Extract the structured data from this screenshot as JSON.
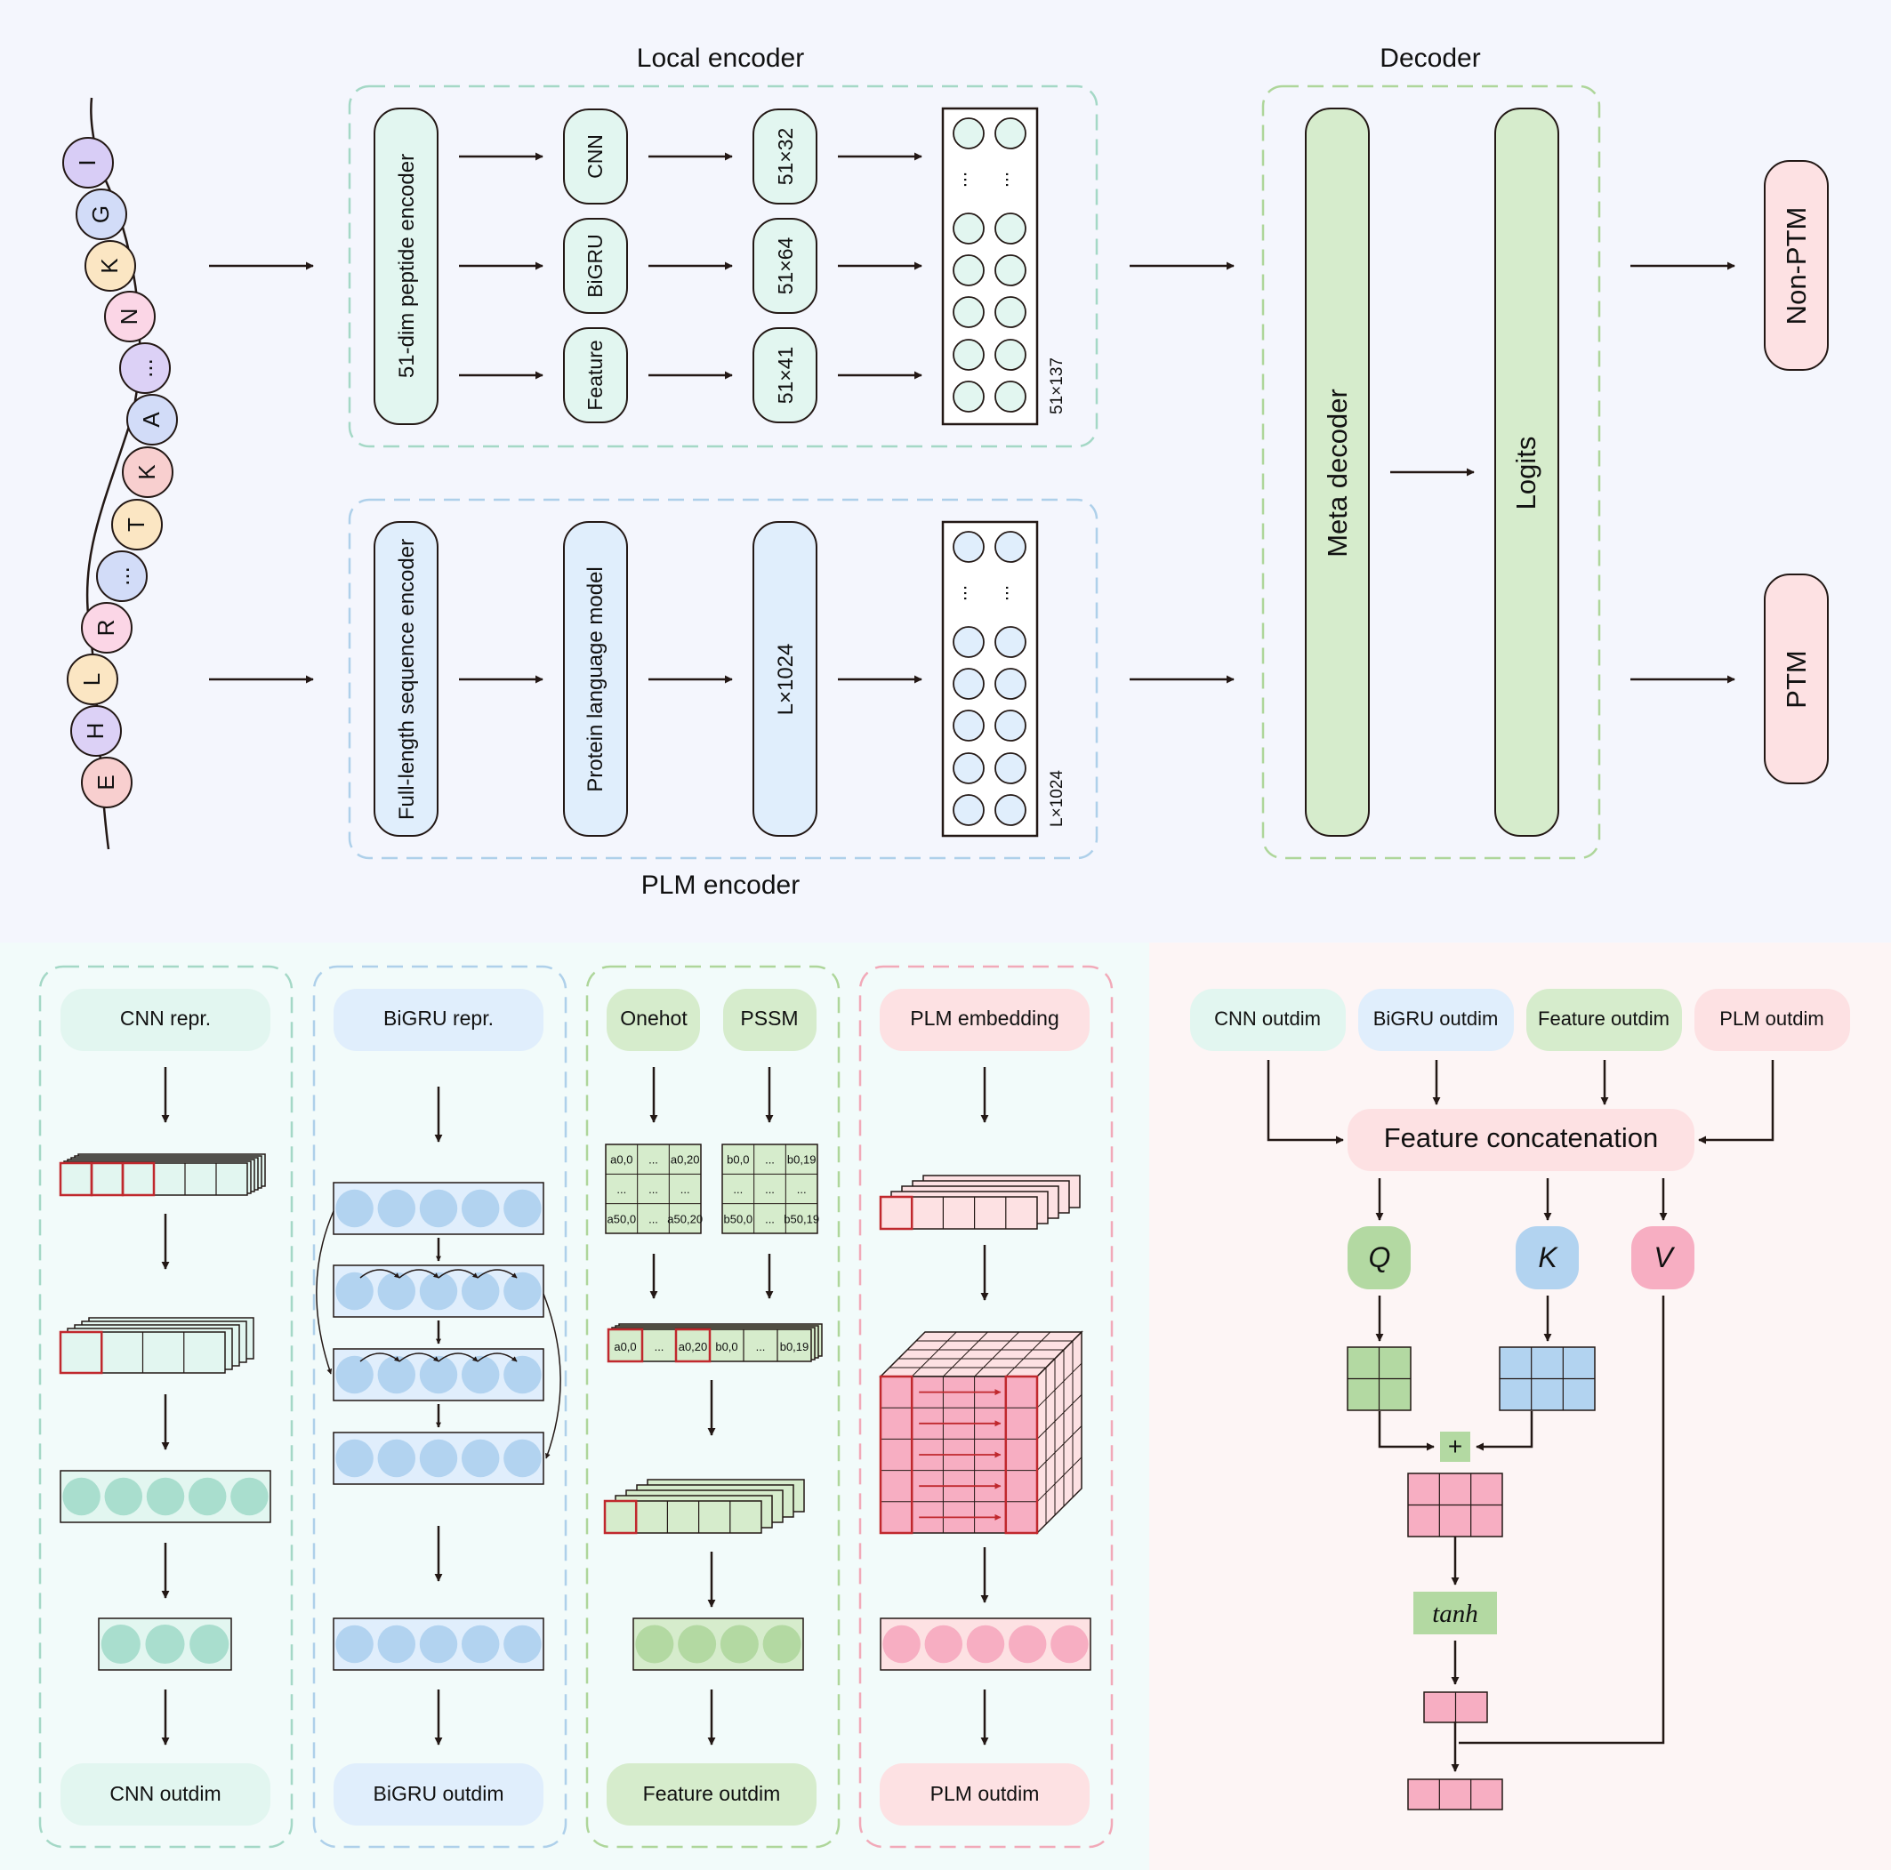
{
  "colors": {
    "mint": "#e2f6f0",
    "mint_stroke": "#1f2b28",
    "blue": "#e0eefc",
    "green": "#d6eccc",
    "pink": "#fde1e3",
    "bg_top": "#f4f6fd",
    "bg_mint": "#f2fbfa",
    "bg_pink": "#fdf5f5"
  },
  "top": {
    "local_title": "Local encoder",
    "decoder_title": "Decoder",
    "plm_title": "PLM encoder",
    "residues": [
      "I",
      "G",
      "K",
      "N",
      "...",
      "A",
      "K",
      "T",
      "...",
      "R",
      "L",
      "H",
      "E"
    ],
    "peptide_encoder": "51-dim peptide encoder",
    "branches": [
      "CNN",
      "BiGRU",
      "Feature"
    ],
    "branch_dims": [
      "51×32",
      "51×64",
      "51×41"
    ],
    "local_out_dim": "51×137",
    "full_encoder": "Full-length sequence encoder",
    "plm_model": "Protein language model",
    "plm_dim": "L×1024",
    "plm_out_dim": "L×1024",
    "meta_decoder": "Meta decoder",
    "logits": "Logits",
    "outputs": [
      "Non-PTM",
      "PTM"
    ]
  },
  "bottom": {
    "cnn_in": "CNN repr.",
    "cnn_out": "CNN outdim",
    "bigru_in": "BiGRU repr.",
    "bigru_out": "BiGRU outdim",
    "onehot": "Onehot",
    "pssm": "PSSM",
    "feature_out": "Feature outdim",
    "plm_in": "PLM embedding",
    "plm_out": "PLM outdim",
    "matrix_a": [
      "a0,0",
      "...",
      "a0,20",
      "...",
      "...",
      "...",
      "a50,0",
      "...",
      "a50,20"
    ],
    "matrix_b": [
      "b0,0",
      "...",
      "b0,19",
      "...",
      "...",
      "...",
      "b50,0",
      "...",
      "b50,19"
    ],
    "concat_row": [
      "a0,0",
      "...",
      "a0,20",
      "b0,0",
      "...",
      "b0,19"
    ]
  },
  "attention": {
    "inputs": [
      "CNN outdim",
      "BiGRU outdim",
      "Feature outdim",
      "PLM outdim"
    ],
    "concat": "Feature concatenation",
    "q": "Q",
    "k": "K",
    "v": "V",
    "plus": "+",
    "tanh": "tanh"
  }
}
